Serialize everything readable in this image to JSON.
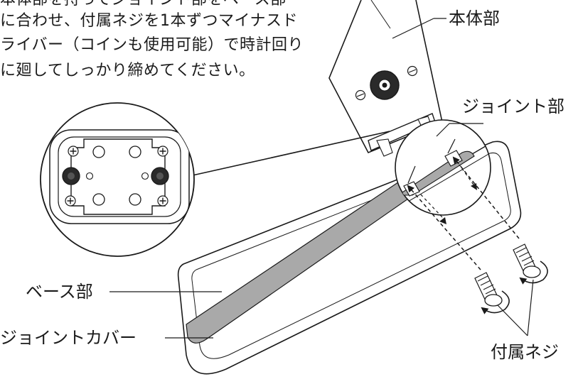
{
  "instructions": [
    "本体部を持ってジョイント部をベース部",
    "に合わせ、付属ネジを1本ずつマイナスド",
    "ライバー（コインも使用可能）で時計回り",
    "に廻してしっかり締めてください。"
  ],
  "labels": {
    "body": "本体部",
    "joint": "ジョイント部",
    "base": "ベース部",
    "joint_cover": "ジョイントカバー",
    "screws": "付属ネジ"
  },
  "colors": {
    "line": "#1a1a1a",
    "cover_fill": "#a9a9a9",
    "knob_fill": "#2a2a2a"
  },
  "icons": {
    "screw": "screw-icon",
    "rotate": "clockwise-arrow-icon",
    "magnifier": "detail-zoom-circle"
  }
}
